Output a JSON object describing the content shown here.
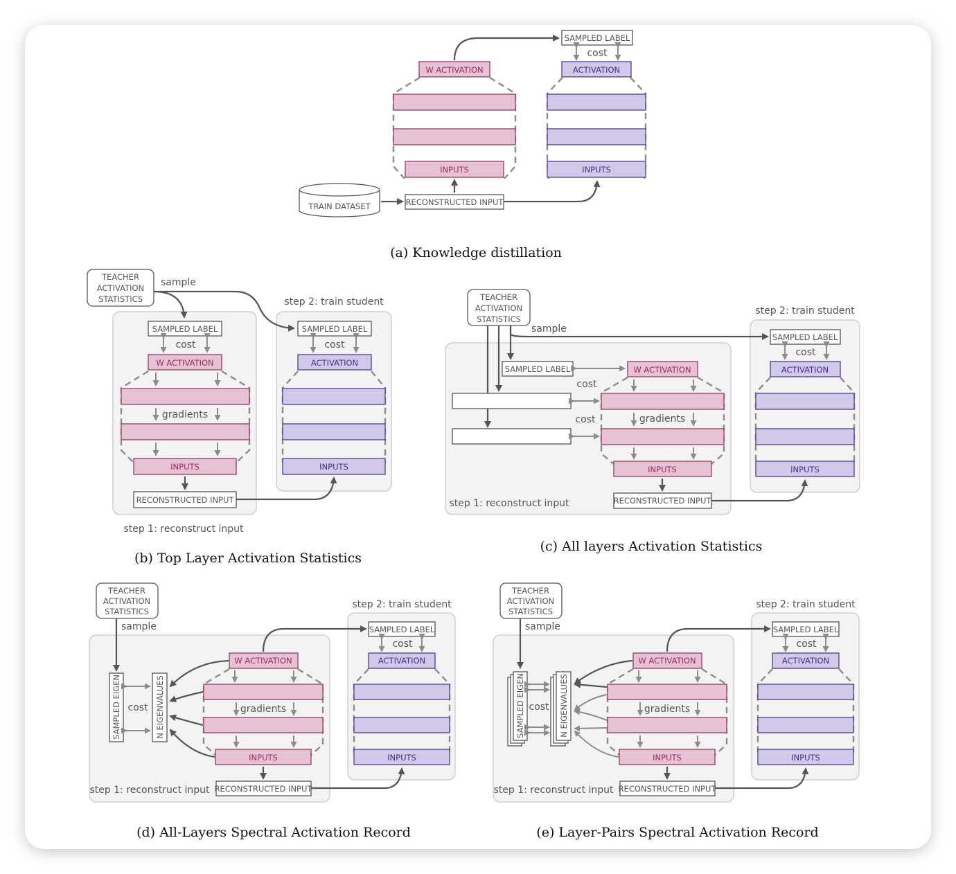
{
  "labels": {
    "sampled_label": "SAMPLED LABEL",
    "cost": "cost",
    "w_activation": "W ACTIVATION",
    "activation": "ACTIVATION",
    "inputs": "INPUTS",
    "train_dataset": "TRAIN DATASET",
    "reconstructed_input": "RECONSTRUCTED INPUT",
    "teacher_1": "TEACHER",
    "teacher_2": "ACTIVATION",
    "teacher_3": "STATISTICS",
    "sample": "sample",
    "gradients": "gradients",
    "step1": "step 1: reconstruct input",
    "step2": "step 2: train student",
    "sampled_eigen": "SAMPLED EIGEN",
    "n_eigenvalues": "N EIGENVALUES"
  },
  "captions": {
    "a": "(a) Knowledge distillation",
    "b": "(b) Top Layer Activation Statistics",
    "c": "(c) All layers Activation Statistics",
    "d": "(d) All-Layers Spectral Activation Record",
    "e": "(e) Layer-Pairs Spectral Activation Record"
  },
  "colors": {
    "teacher_fill": "#e6c2d4",
    "student_fill": "#d2c8e8",
    "panel": "#f3f3f3"
  }
}
